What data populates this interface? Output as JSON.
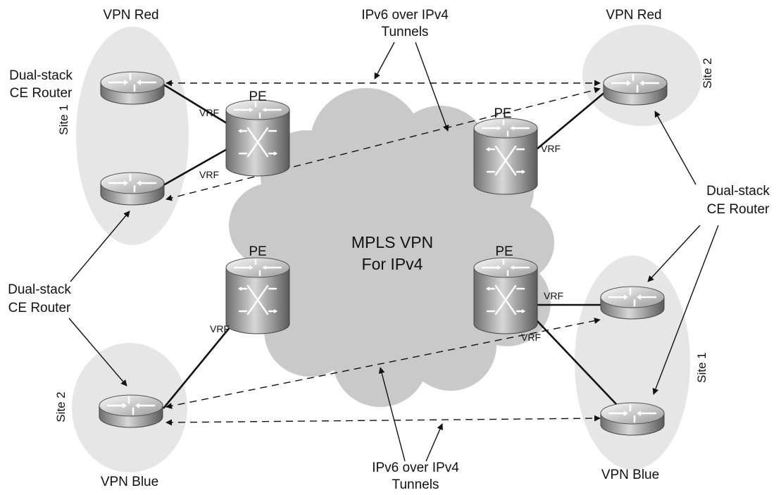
{
  "labels": {
    "vpn_red_left": "VPN Red",
    "vpn_red_right": "VPN Red",
    "vpn_blue_left": "VPN Blue",
    "vpn_blue_right": "VPN Blue",
    "site1_left": "Site 1",
    "site2_right": "Site 2",
    "site2_left": "Site 2",
    "site1_right": "Site 1",
    "tunnels_top_line1": "IPv6 over IPv4",
    "tunnels_top_line2": "Tunnels",
    "tunnels_bottom_line1": "IPv6 over IPv4",
    "tunnels_bottom_line2": "Tunnels",
    "ce_top_left_line1": "Dual-stack",
    "ce_top_left_line2": "CE Router",
    "ce_mid_left_line1": "Dual-stack",
    "ce_mid_left_line2": "CE Router",
    "ce_right_line1": "Dual-stack",
    "ce_right_line2": "CE Router",
    "pe_top_left": "PE",
    "pe_top_right": "PE",
    "pe_bottom_left": "PE",
    "pe_bottom_right": "PE",
    "cloud_line1": "MPLS VPN",
    "cloud_line2": "For IPv4",
    "vrf_tl_upper": "VRF",
    "vrf_tl_lower": "VRF",
    "vrf_tr": "VRF",
    "vrf_bl": "VRF",
    "vrf_br_upper": "VRF",
    "vrf_br_lower": "VRF"
  },
  "colors": {
    "site_fill": "#e6e6e6",
    "cloud_fill": "#c9c9c9",
    "link": "#111111"
  },
  "icons": {
    "ce_router": "router-icon",
    "pe_router": "pe-router-icon"
  }
}
